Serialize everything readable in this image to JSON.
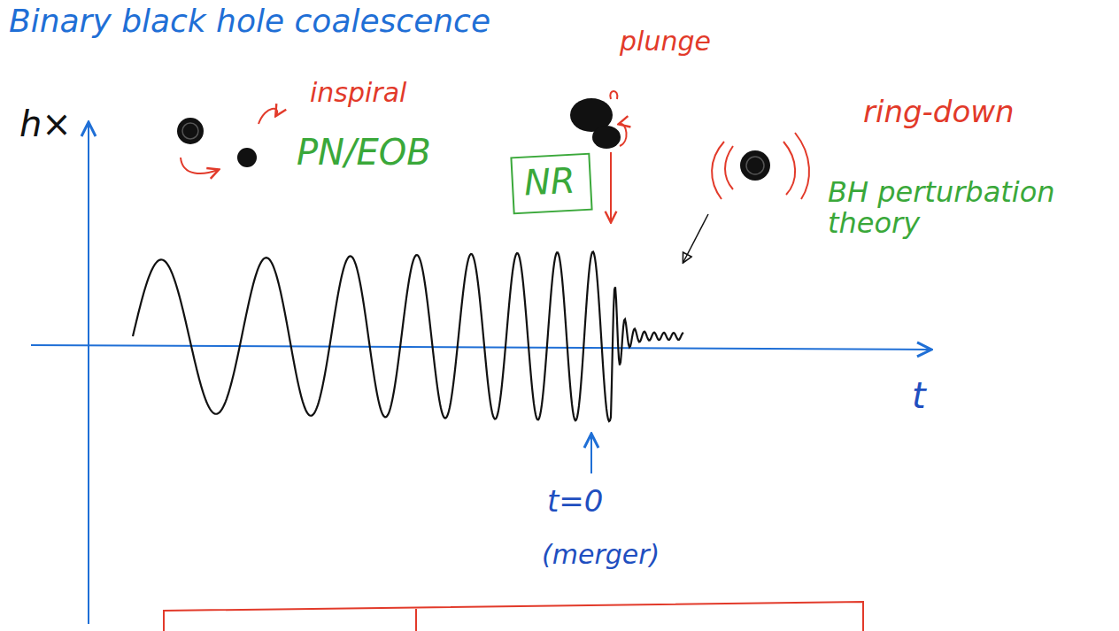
{
  "diagram": {
    "title": "Binary black hole coalescence",
    "nodes": [
      {
        "text": [
          "NR"
        ]
      }
    ],
    "labels": [
      "h×",
      "inspiral",
      "PN/EOB",
      "plunge",
      "ring-down",
      "BH perturbation theory",
      "t",
      "t=0",
      "(merger)"
    ]
  }
}
